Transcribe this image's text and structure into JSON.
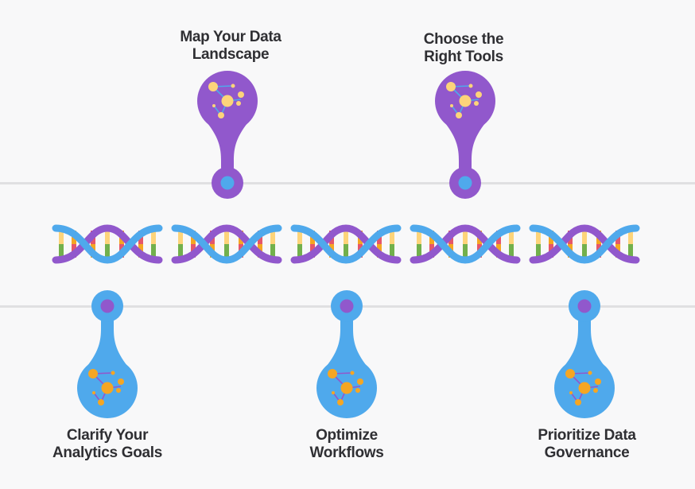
{
  "steps": [
    {
      "title_line1": "Clarify Your",
      "title_line2": "Analytics Goals",
      "position": "bottom",
      "icon": "molecule-icon"
    },
    {
      "title_line1": "Map Your Data",
      "title_line2": "Landscape",
      "position": "top",
      "icon": "molecule-icon"
    },
    {
      "title_line1": "Optimize",
      "title_line2": "Workflows",
      "position": "bottom",
      "icon": "molecule-icon"
    },
    {
      "title_line1": "Choose the",
      "title_line2": "Right Tools",
      "position": "top",
      "icon": "molecule-icon"
    },
    {
      "title_line1": "Prioritize Data",
      "title_line2": "Governance",
      "position": "bottom",
      "icon": "molecule-icon"
    }
  ],
  "colors": {
    "purple": "#9158cc",
    "blue": "#4fa9ec",
    "yellow": "#fdd47a",
    "orange": "#f5a623",
    "red": "#e5566a",
    "green": "#72b04c",
    "line": "#e0e0e2",
    "text": "#2f2f33"
  }
}
